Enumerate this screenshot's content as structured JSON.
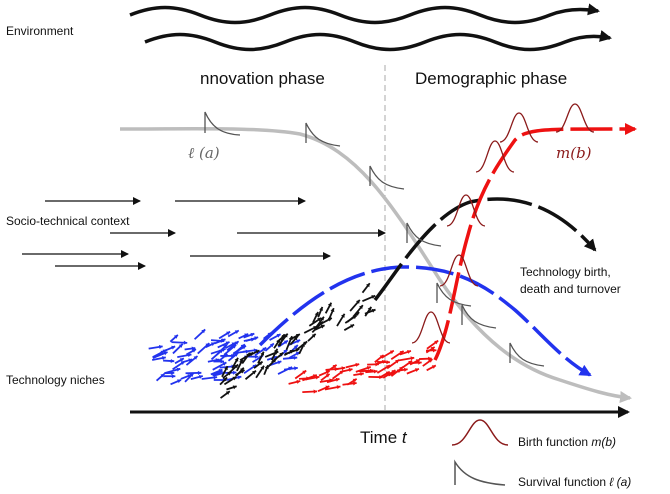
{
  "labels": {
    "environment": "Environment",
    "innovation_phase": "nnovation phase",
    "demographic_phase": "Demographic phase",
    "socio_technical_context": "Socio-technical context",
    "technology_niches": "Technology niches",
    "turnover_line1": "Technology birth,",
    "turnover_line2": "death and turnover",
    "survival_symbol": "ℓ (a)",
    "birth_symbol": "m(b)",
    "time_axis": "Time ",
    "time_var": "t"
  },
  "legend": {
    "birth_prefix": "Birth function ",
    "birth_var": "m(b)",
    "survival_prefix": "Survival function ",
    "survival_var": "ℓ (a)"
  },
  "colors": {
    "blue": "#2233ee",
    "red": "#ee1111",
    "black": "#111111",
    "grey": "#bdbdbd",
    "dark_red": "#8b1a1a",
    "dark_grey": "#555555"
  }
}
